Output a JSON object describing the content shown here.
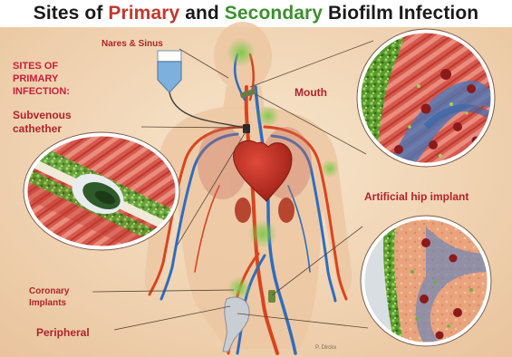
{
  "title": {
    "part1": "Sites of ",
    "primary": "Primary",
    "part2": " and ",
    "secondary": "Secondary",
    "part3": " Biofilm Infection"
  },
  "colors": {
    "primary": "#c0392b",
    "secondary": "#3d8f2e",
    "label_red": "#b0242b",
    "background": "#f3d9ba"
  },
  "labels": {
    "section_heading_1": "SITES OF",
    "section_heading_2": "PRIMARY",
    "section_heading_3": "INFECTION:",
    "subvenous_1": "Subvenous",
    "subvenous_2": "cathether",
    "nares": "Nares & Sinus",
    "mouth": "Mouth",
    "hip": "Artificial hip implant",
    "coronary_1": "Coronary",
    "coronary_2": "Implants",
    "peripheral": "Peripheral",
    "credit": "P. Dirckx"
  }
}
